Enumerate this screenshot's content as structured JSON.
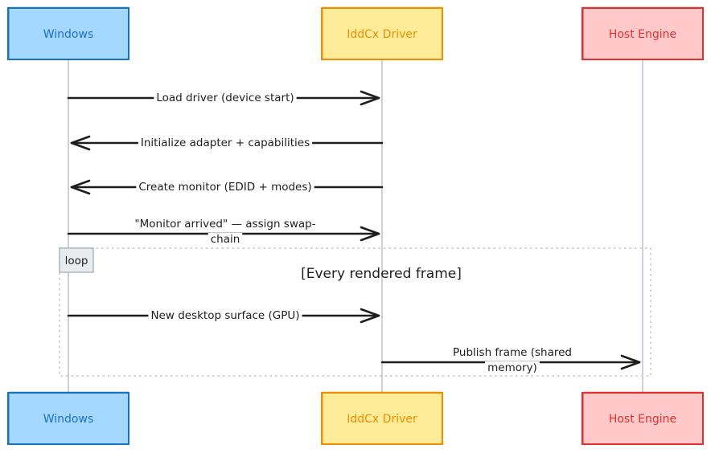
{
  "actors": [
    {
      "id": "windows",
      "label": "Windows",
      "fill": "#a5d8ff",
      "stroke": "#1971c2",
      "text": "#1971c2"
    },
    {
      "id": "iddcx",
      "label": "IddCx Driver",
      "fill": "#ffec99",
      "stroke": "#f08c00",
      "text": "#f08c00"
    },
    {
      "id": "host",
      "label": "Host Engine",
      "fill": "#ffc9c9",
      "stroke": "#e03131",
      "text": "#e03131"
    }
  ],
  "messages": [
    {
      "from": "windows",
      "to": "iddcx",
      "lines": [
        "Load driver (device start)"
      ]
    },
    {
      "from": "iddcx",
      "to": "windows",
      "lines": [
        "Initialize adapter + capabilities"
      ]
    },
    {
      "from": "iddcx",
      "to": "windows",
      "lines": [
        "Create monitor (EDID + modes)"
      ]
    },
    {
      "from": "windows",
      "to": "iddcx",
      "lines": [
        "\"Monitor arrived\" — assign swap-",
        "chain"
      ]
    },
    {
      "from": "windows",
      "to": "iddcx",
      "lines": [
        "New desktop surface (GPU)"
      ]
    },
    {
      "from": "iddcx",
      "to": "host",
      "lines": [
        "Publish frame (shared",
        "memory)"
      ]
    }
  ],
  "loop": {
    "tag": "loop",
    "condition": "[Every rendered frame]",
    "first_message": 4,
    "last_message": 5
  },
  "colors": {
    "ink": "#1e1e1e",
    "lifeline": "#adb5bd",
    "loop_border": "#ced4da",
    "loop_tag_fill": "#e9ecef"
  }
}
